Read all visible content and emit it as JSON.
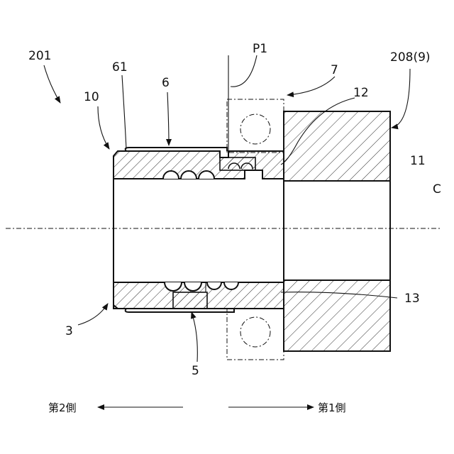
{
  "labels": {
    "l201": "201",
    "l10": "10",
    "l61": "61",
    "l6": "6",
    "lP1": "P1",
    "l7": "7",
    "l12": "12",
    "l208": "208(9)",
    "l11": "11",
    "lC": "C",
    "l13": "13",
    "l3": "3",
    "l5": "5"
  },
  "directions": {
    "second_side": "第2側",
    "first_side": "第1側"
  },
  "colors": {
    "line": "#111111",
    "background": "#ffffff"
  }
}
